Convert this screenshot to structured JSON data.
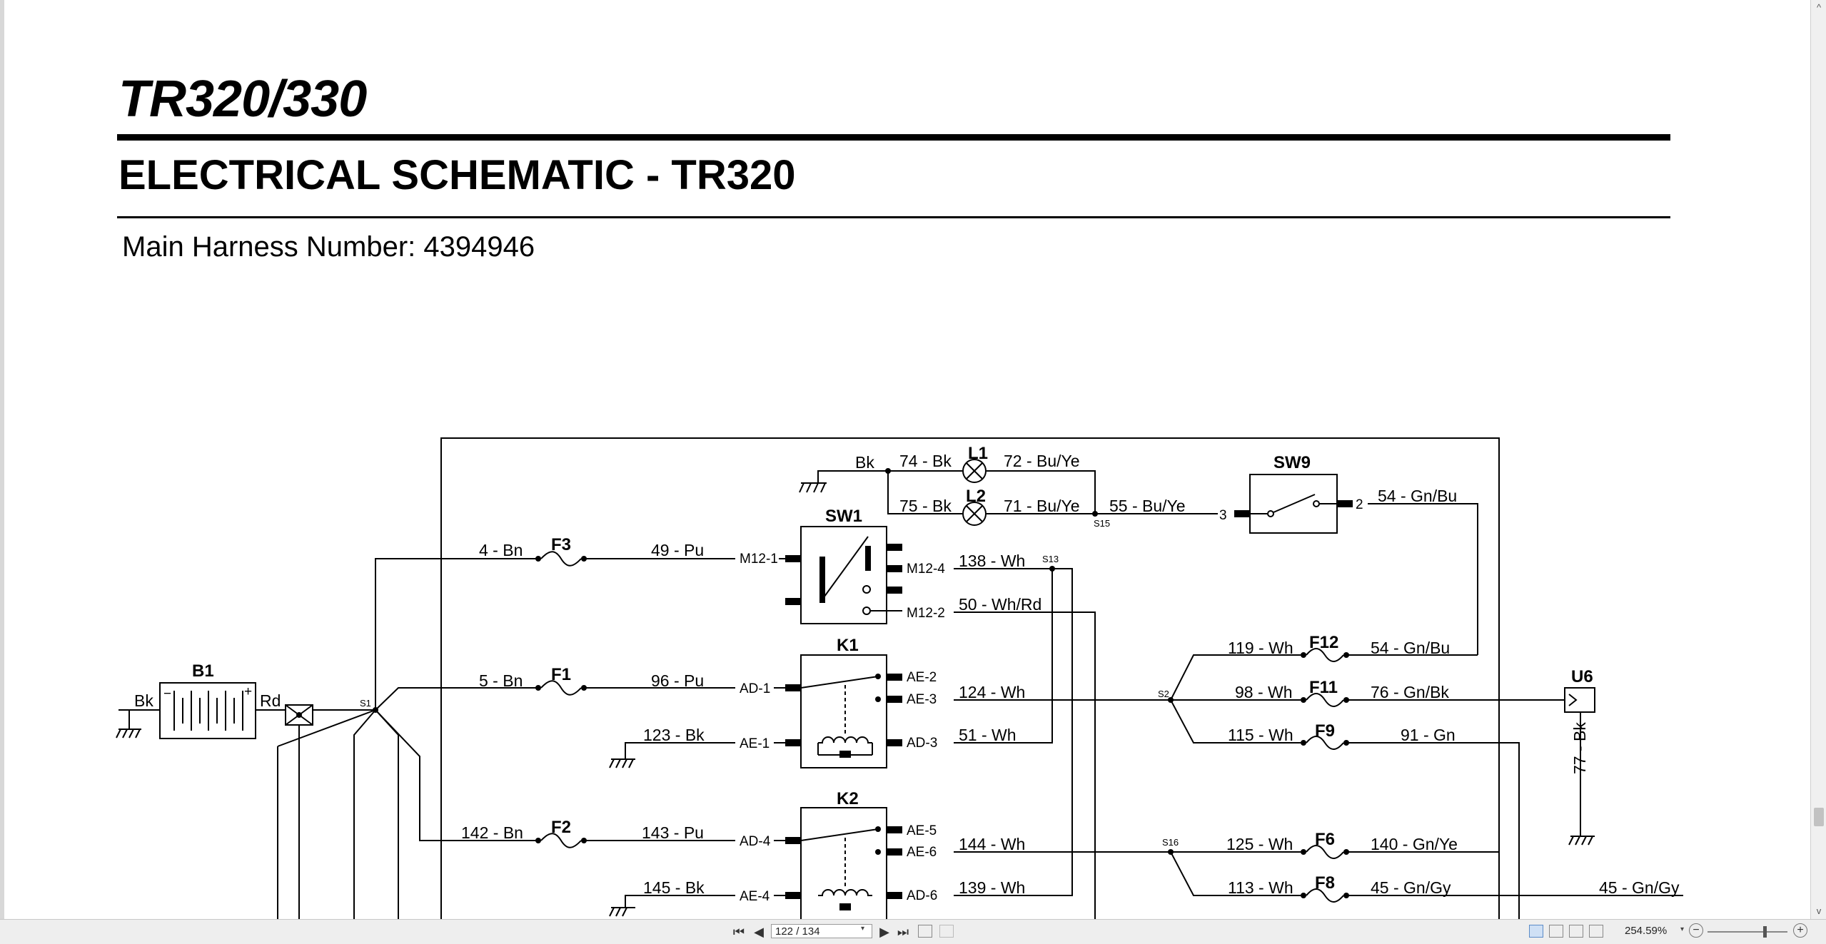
{
  "document": {
    "title": "TR320/330",
    "subtitle": "ELECTRICAL SCHEMATIC - TR320",
    "harness": "Main Harness Number: 4394946"
  },
  "schematic": {
    "components": {
      "b1": "B1",
      "f3": "F3",
      "f1": "F1",
      "f2": "F2",
      "sw1": "SW1",
      "k1": "K1",
      "k2": "K2",
      "l1": "L1",
      "l2": "L2",
      "sw9": "SW9",
      "f12": "F12",
      "f11": "F11",
      "f9": "F9",
      "f6": "F6",
      "f8": "F8",
      "u6": "U6"
    },
    "wires": {
      "bk_batt": "Bk",
      "rd_batt": "Rd",
      "w4": "4 - Bn",
      "w49": "49 - Pu",
      "w5": "5 - Bn",
      "w96": "96 - Pu",
      "w123": "123 - Bk",
      "w142": "142 - Bn",
      "w143": "143 - Pu",
      "w145": "145 - Bk",
      "bk_gnd": "Bk",
      "w74": "74 - Bk",
      "w75": "75 - Bk",
      "w72": "72 - Bu/Ye",
      "w71": "71 - Bu/Ye",
      "w55": "55 - Bu/Ye",
      "w54a": "54 - Gn/Bu",
      "w138": "138 - Wh",
      "w50": "50 - Wh/Rd",
      "w124": "124 - Wh",
      "w51": "51 - Wh",
      "w144": "144 - Wh",
      "w139": "139 - Wh",
      "w119": "119 - Wh",
      "w54b": "54 - Gn/Bu",
      "w98": "98 - Wh",
      "w76": "76 - Gn/Bk",
      "w115": "115 - Wh",
      "w91": "91 - Gn",
      "w125": "125 - Wh",
      "w140": "140 - Gn/Ye",
      "w113": "113 - Wh",
      "w45a": "45 - Gn/Gy",
      "w45b": "45 - Gn/Gy",
      "w77": "77 - Bk"
    },
    "pins": {
      "m12_1": "M12-1",
      "m12_4": "M12-4",
      "m12_2": "M12-2",
      "ad1": "AD-1",
      "ae1": "AE-1",
      "ae2": "AE-2",
      "ae3": "AE-3",
      "ad3": "AD-3",
      "ad4": "AD-4",
      "ae4": "AE-4",
      "ae5": "AE-5",
      "ae6": "AE-6",
      "ad6": "AD-6",
      "sw9_3": "3",
      "sw9_2": "2"
    },
    "splices": {
      "s1": "S1",
      "s2": "S2",
      "s13": "S13",
      "s15": "S15",
      "s16": "S16"
    },
    "battery_signs": {
      "minus": "−",
      "plus": "+"
    }
  },
  "toolbar": {
    "page_indicator": "122 / 134",
    "zoom": "254.59%",
    "zoom_out": "−",
    "zoom_in": "+"
  },
  "icons": {
    "first": "⏮",
    "prev": "◀",
    "next": "▶",
    "last": "⏭",
    "dropdown": "▾",
    "scroll_up": "^",
    "scroll_down": "v"
  }
}
